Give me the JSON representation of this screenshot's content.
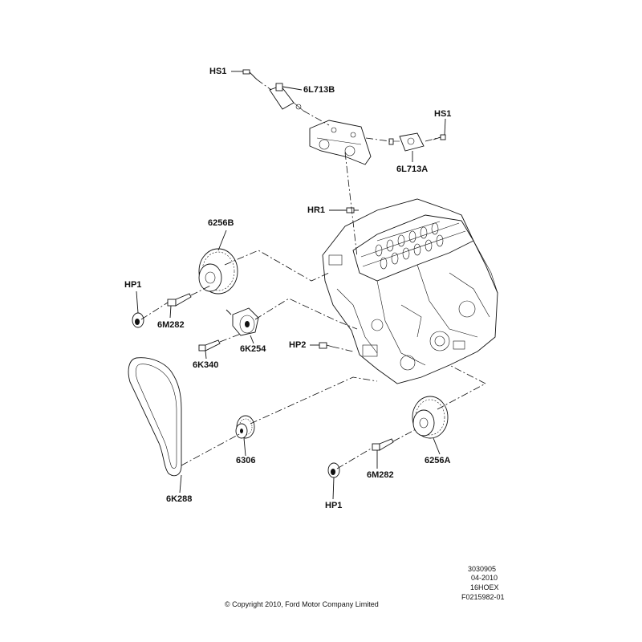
{
  "callouts": {
    "hs1_top": "HS1",
    "l713b": "6L713B",
    "hs1_right": "HS1",
    "l713a": "6L713A",
    "hr1": "HR1",
    "g6256b": "6256B",
    "hp1_left": "HP1",
    "m282_left": "6M282",
    "k254": "6K254",
    "k340": "6K340",
    "hp2": "HP2",
    "p6306": "6306",
    "k288": "6K288",
    "m282_right": "6M282",
    "g6256a": "6256A",
    "hp1_bottom": "HP1"
  },
  "reference": {
    "line1": "3030905",
    "line2": "04-2010",
    "line3": "16HOEX",
    "line4": "F0215982-01"
  },
  "copyright": "© Copyright  2010, Ford Motor Company Limited"
}
